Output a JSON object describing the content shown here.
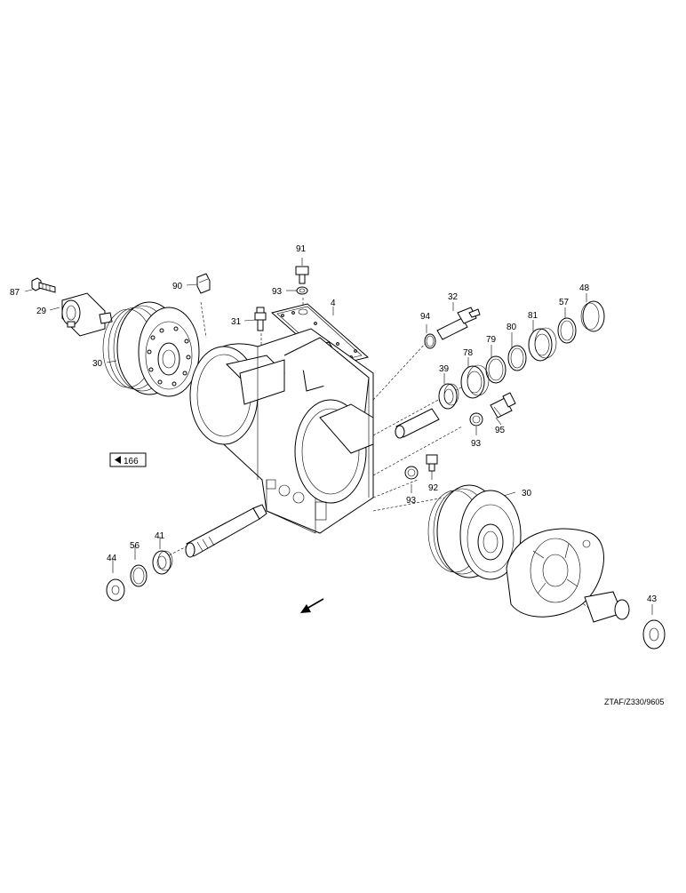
{
  "callouts": {
    "c87": "87",
    "c29": "29",
    "c30a": "30",
    "c90": "90",
    "c31": "31",
    "c91": "91",
    "c93a": "93",
    "c4": "4",
    "c94": "94",
    "c32": "32",
    "c48": "48",
    "c57": "57",
    "c81": "81",
    "c80": "80",
    "c79": "79",
    "c78": "78",
    "c39": "39",
    "c95": "95",
    "c93b": "93",
    "c92": "92",
    "c93c": "93",
    "c30b": "30",
    "c44": "44",
    "c56": "56",
    "c41": "41",
    "c43": "43"
  },
  "page_ref": {
    "label": "166",
    "icon": "left-triangle-icon"
  },
  "drawing_code": "ZTAF/Z330/9605",
  "direction_icon": "arrow-down-left-icon"
}
